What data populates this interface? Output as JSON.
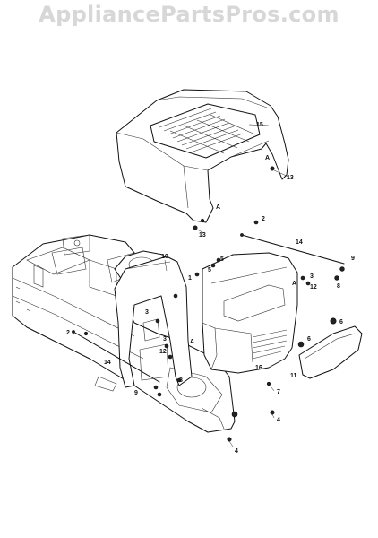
{
  "watermark": "AppliancePartsPros.com",
  "callouts": [
    {
      "id": "c15",
      "text": "15"
    },
    {
      "id": "c13a",
      "text": "13"
    },
    {
      "id": "cA1",
      "text": "A"
    },
    {
      "id": "cA2",
      "text": "A"
    },
    {
      "id": "c13b",
      "text": "13"
    },
    {
      "id": "c2a",
      "text": "2"
    },
    {
      "id": "c14a",
      "text": "14"
    },
    {
      "id": "c9a",
      "text": "9"
    },
    {
      "id": "c10",
      "text": "10"
    },
    {
      "id": "c5a",
      "text": "5"
    },
    {
      "id": "c5b",
      "text": "5"
    },
    {
      "id": "c1",
      "text": "1"
    },
    {
      "id": "c3a",
      "text": "3"
    },
    {
      "id": "cA3",
      "text": "A"
    },
    {
      "id": "c3b",
      "text": "3"
    },
    {
      "id": "c12a",
      "text": "12"
    },
    {
      "id": "c8a",
      "text": "8"
    },
    {
      "id": "c2b",
      "text": "2"
    },
    {
      "id": "c14b",
      "text": "14"
    },
    {
      "id": "cA4",
      "text": "A"
    },
    {
      "id": "c3c",
      "text": "3"
    },
    {
      "id": "c12b",
      "text": "12"
    },
    {
      "id": "c6a",
      "text": "6"
    },
    {
      "id": "c6b",
      "text": "6"
    },
    {
      "id": "c16",
      "text": "16"
    },
    {
      "id": "c11",
      "text": "11"
    },
    {
      "id": "c8b",
      "text": "8"
    },
    {
      "id": "c9b",
      "text": "9"
    },
    {
      "id": "c7",
      "text": "7"
    },
    {
      "id": "c4a",
      "text": "4"
    },
    {
      "id": "c4b",
      "text": "4"
    }
  ]
}
